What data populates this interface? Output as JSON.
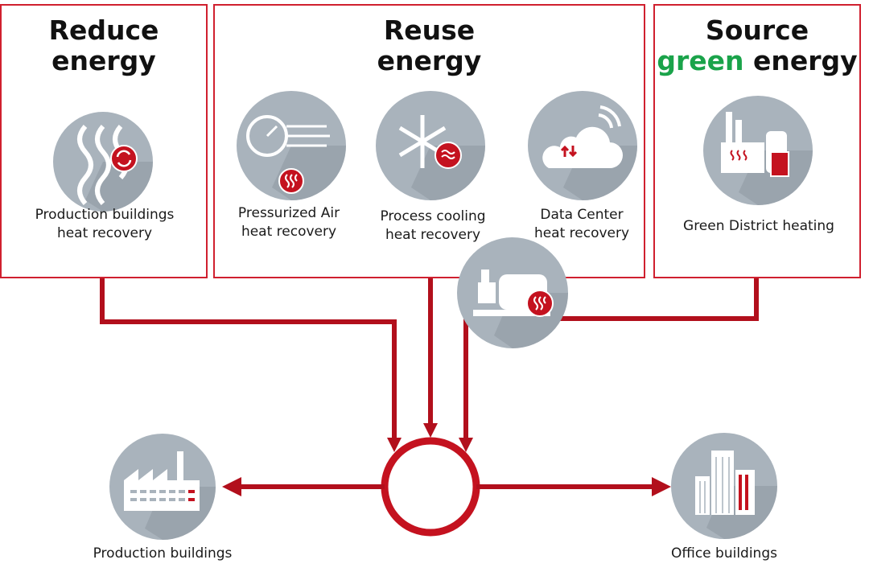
{
  "panels": {
    "reduce": {
      "title_line1": "Reduce",
      "title_line2": "energy",
      "items": [
        {
          "icon": "heat-waves-recycle-icon",
          "label": "Production buildings heat recovery"
        }
      ]
    },
    "reuse": {
      "title_line1": "Reuse",
      "title_line2": "energy",
      "items": [
        {
          "icon": "pressure-gauge-icon",
          "label": "Pressurized Air heat recovery"
        },
        {
          "icon": "snowflake-icon",
          "label": "Process cooling heat recovery"
        },
        {
          "icon": "cloud-datacenter-icon",
          "label": "Data Center heat recovery"
        }
      ]
    },
    "source": {
      "title_line1": "Source",
      "title_green": "green",
      "title_rest": "energy",
      "items": [
        {
          "icon": "power-plant-icon",
          "label": "Green District heating"
        }
      ]
    }
  },
  "flow": {
    "hub": "heat-network-ring",
    "pump_icon": "pump-motor-icon"
  },
  "outputs": [
    {
      "icon": "factory-icon",
      "label": "Production buildings"
    },
    {
      "icon": "office-buildings-icon",
      "label": "Office buildings"
    }
  ],
  "colors": {
    "accent_red": "#c4121f",
    "frame_red": "#d0202f",
    "green": "#1aa34a",
    "icon_grey": "#a9b3bc",
    "icon_shadow": "#8e98a1"
  }
}
